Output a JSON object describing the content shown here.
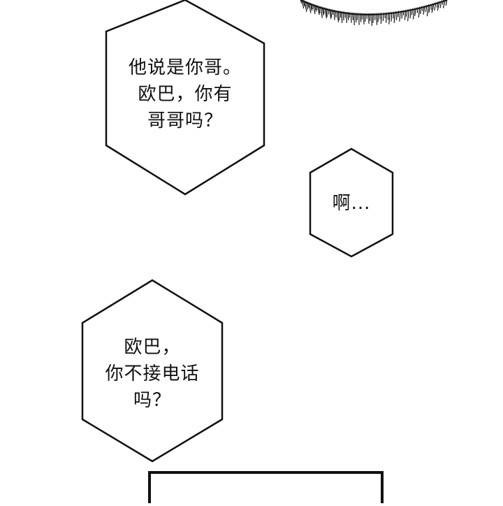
{
  "bubbles": [
    {
      "lines": [
        "他说是你哥。",
        "欧巴，你有",
        "哥哥吗？"
      ]
    },
    {
      "lines": [
        "啊..."
      ]
    },
    {
      "lines": [
        "欧巴，",
        "你不接电话",
        "吗？"
      ]
    }
  ],
  "colors": {
    "background": "#ffffff",
    "ink": "#111111"
  }
}
